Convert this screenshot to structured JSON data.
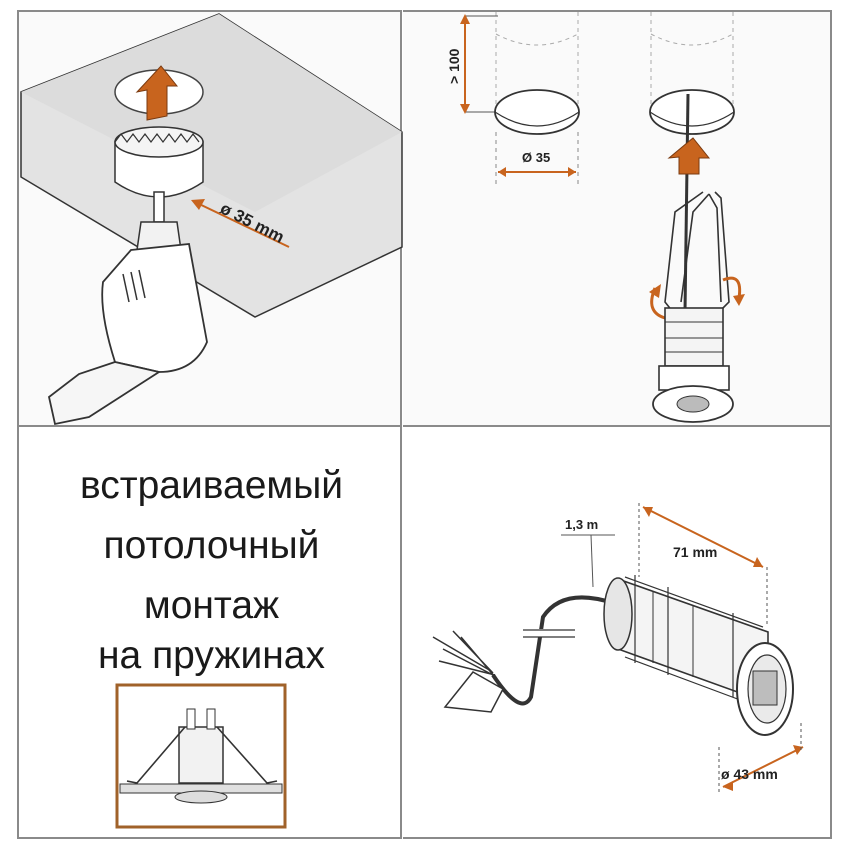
{
  "caption": {
    "line1": "встраиваемый",
    "line2": "потолочный",
    "line3": "монтаж",
    "line4": "на пружинах"
  },
  "labels": {
    "drill_diameter": "ø 35 mm",
    "clearance": "> 100",
    "hole_diameter": "Ø 35",
    "cable_length": "1,3 m",
    "body_length": "71 mm",
    "front_diameter": "ø 43 mm"
  },
  "colors": {
    "accent": "#c8641e",
    "frame": "#8a8a8a",
    "inset_border": "#a0622a"
  }
}
